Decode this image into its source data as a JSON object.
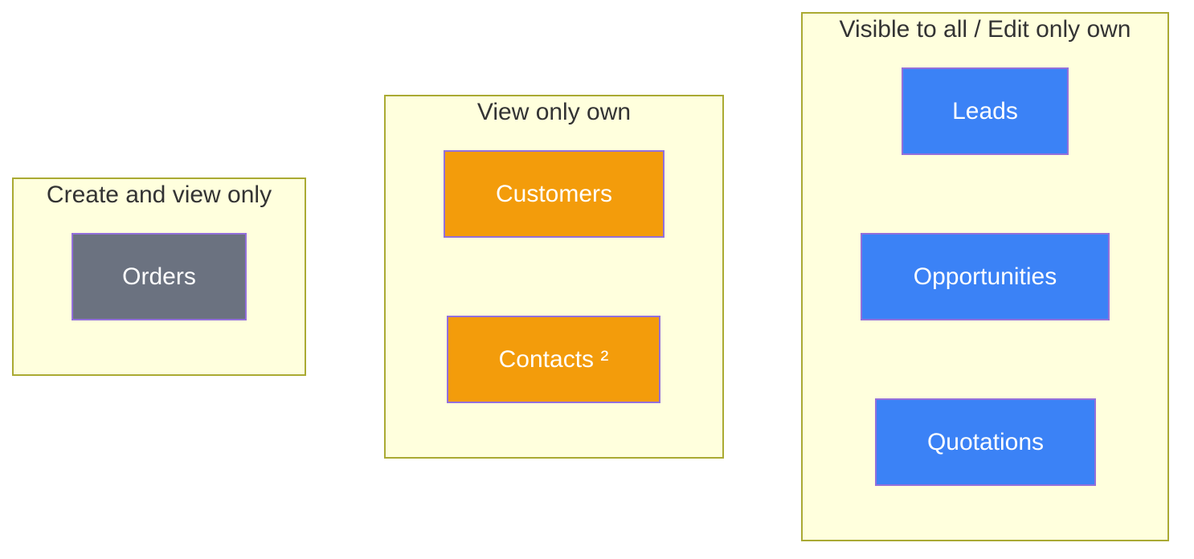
{
  "groups": [
    {
      "title": "Create and view only",
      "nodes": [
        {
          "label": "Orders",
          "color": "#6b7280"
        }
      ]
    },
    {
      "title": "View only own",
      "nodes": [
        {
          "label": "Customers",
          "color": "#f39c0b"
        },
        {
          "label": "Contacts ²",
          "color": "#f39c0b"
        }
      ]
    },
    {
      "title": "Visible to all / Edit only own",
      "nodes": [
        {
          "label": "Leads",
          "color": "#3b82f6"
        },
        {
          "label": "Opportunities",
          "color": "#3b82f6"
        },
        {
          "label": "Quotations",
          "color": "#3b82f6"
        }
      ]
    }
  ],
  "colors": {
    "group_fill": "#ffffdd",
    "group_border": "#aaaa33",
    "node_border": "#9370db"
  }
}
